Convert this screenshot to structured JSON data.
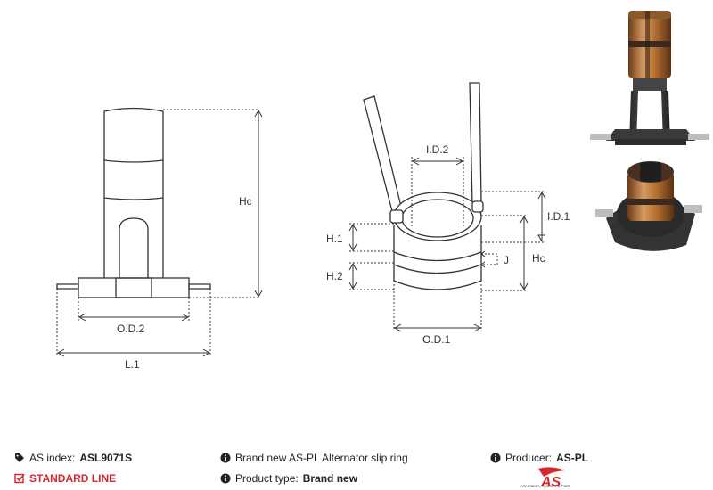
{
  "labels": {
    "hc_left": "Hc",
    "od2": "O.D.2",
    "l1": "L.1",
    "id2": "I.D.2",
    "id1": "I.D.1",
    "h1": "H.1",
    "h2": "H.2",
    "j": "J",
    "hc_right": "Hc",
    "od1": "O.D.1"
  },
  "footer": {
    "as_index_label": "AS index:",
    "as_index_value": "ASL9071S",
    "standard_line": "STANDARD LINE",
    "description": "Brand new AS-PL Alternator slip ring",
    "product_type_label": "Product type:",
    "product_type_value": "Brand new",
    "producer_label": "Producer:",
    "producer_value": "AS-PL",
    "logo_text": "AS",
    "logo_tagline": "Alternators, Starters & Parts"
  },
  "colors": {
    "accent_red": "#d9262c",
    "copper": "#b87333",
    "line": "#333333"
  },
  "icons": {
    "tag": "tag-icon",
    "check": "checkbox-icon",
    "info": "info-icon"
  }
}
